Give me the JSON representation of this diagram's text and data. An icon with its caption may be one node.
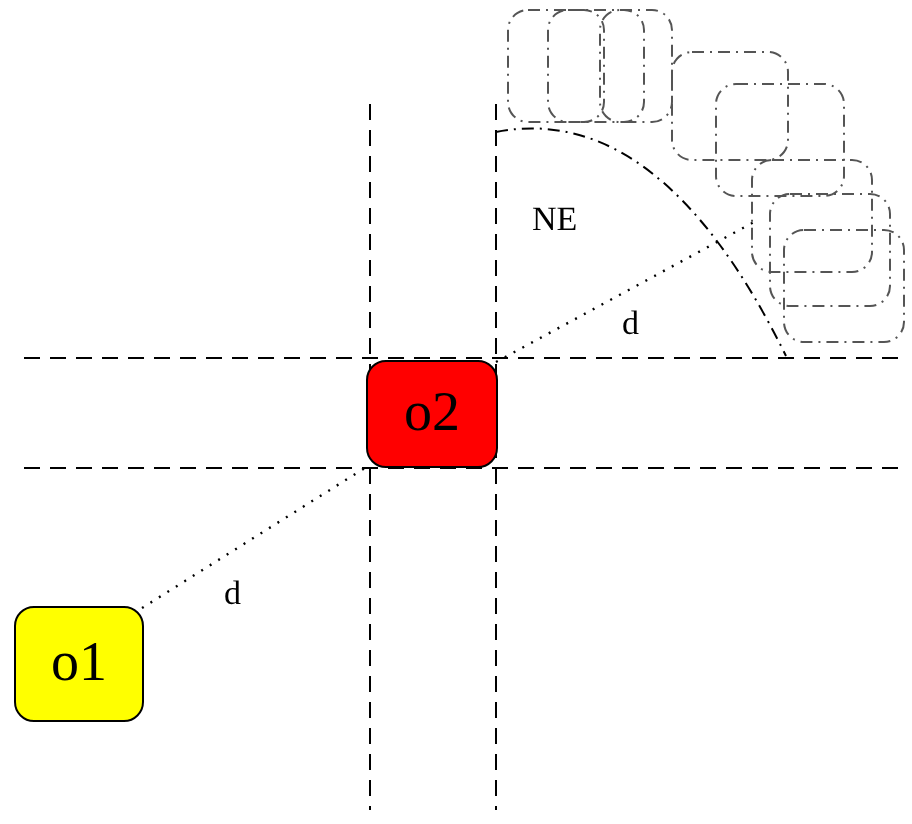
{
  "diagram": {
    "nodes": [
      {
        "text": [
          "o1"
        ]
      },
      {
        "text": [
          "o2"
        ]
      }
    ],
    "edges": [
      {
        "from": 0,
        "to": 1,
        "arrow": "none",
        "label": "d"
      },
      {
        "from": 1,
        "to": null,
        "arrow": "none",
        "label": "d"
      }
    ],
    "labels": [
      "NE"
    ]
  }
}
